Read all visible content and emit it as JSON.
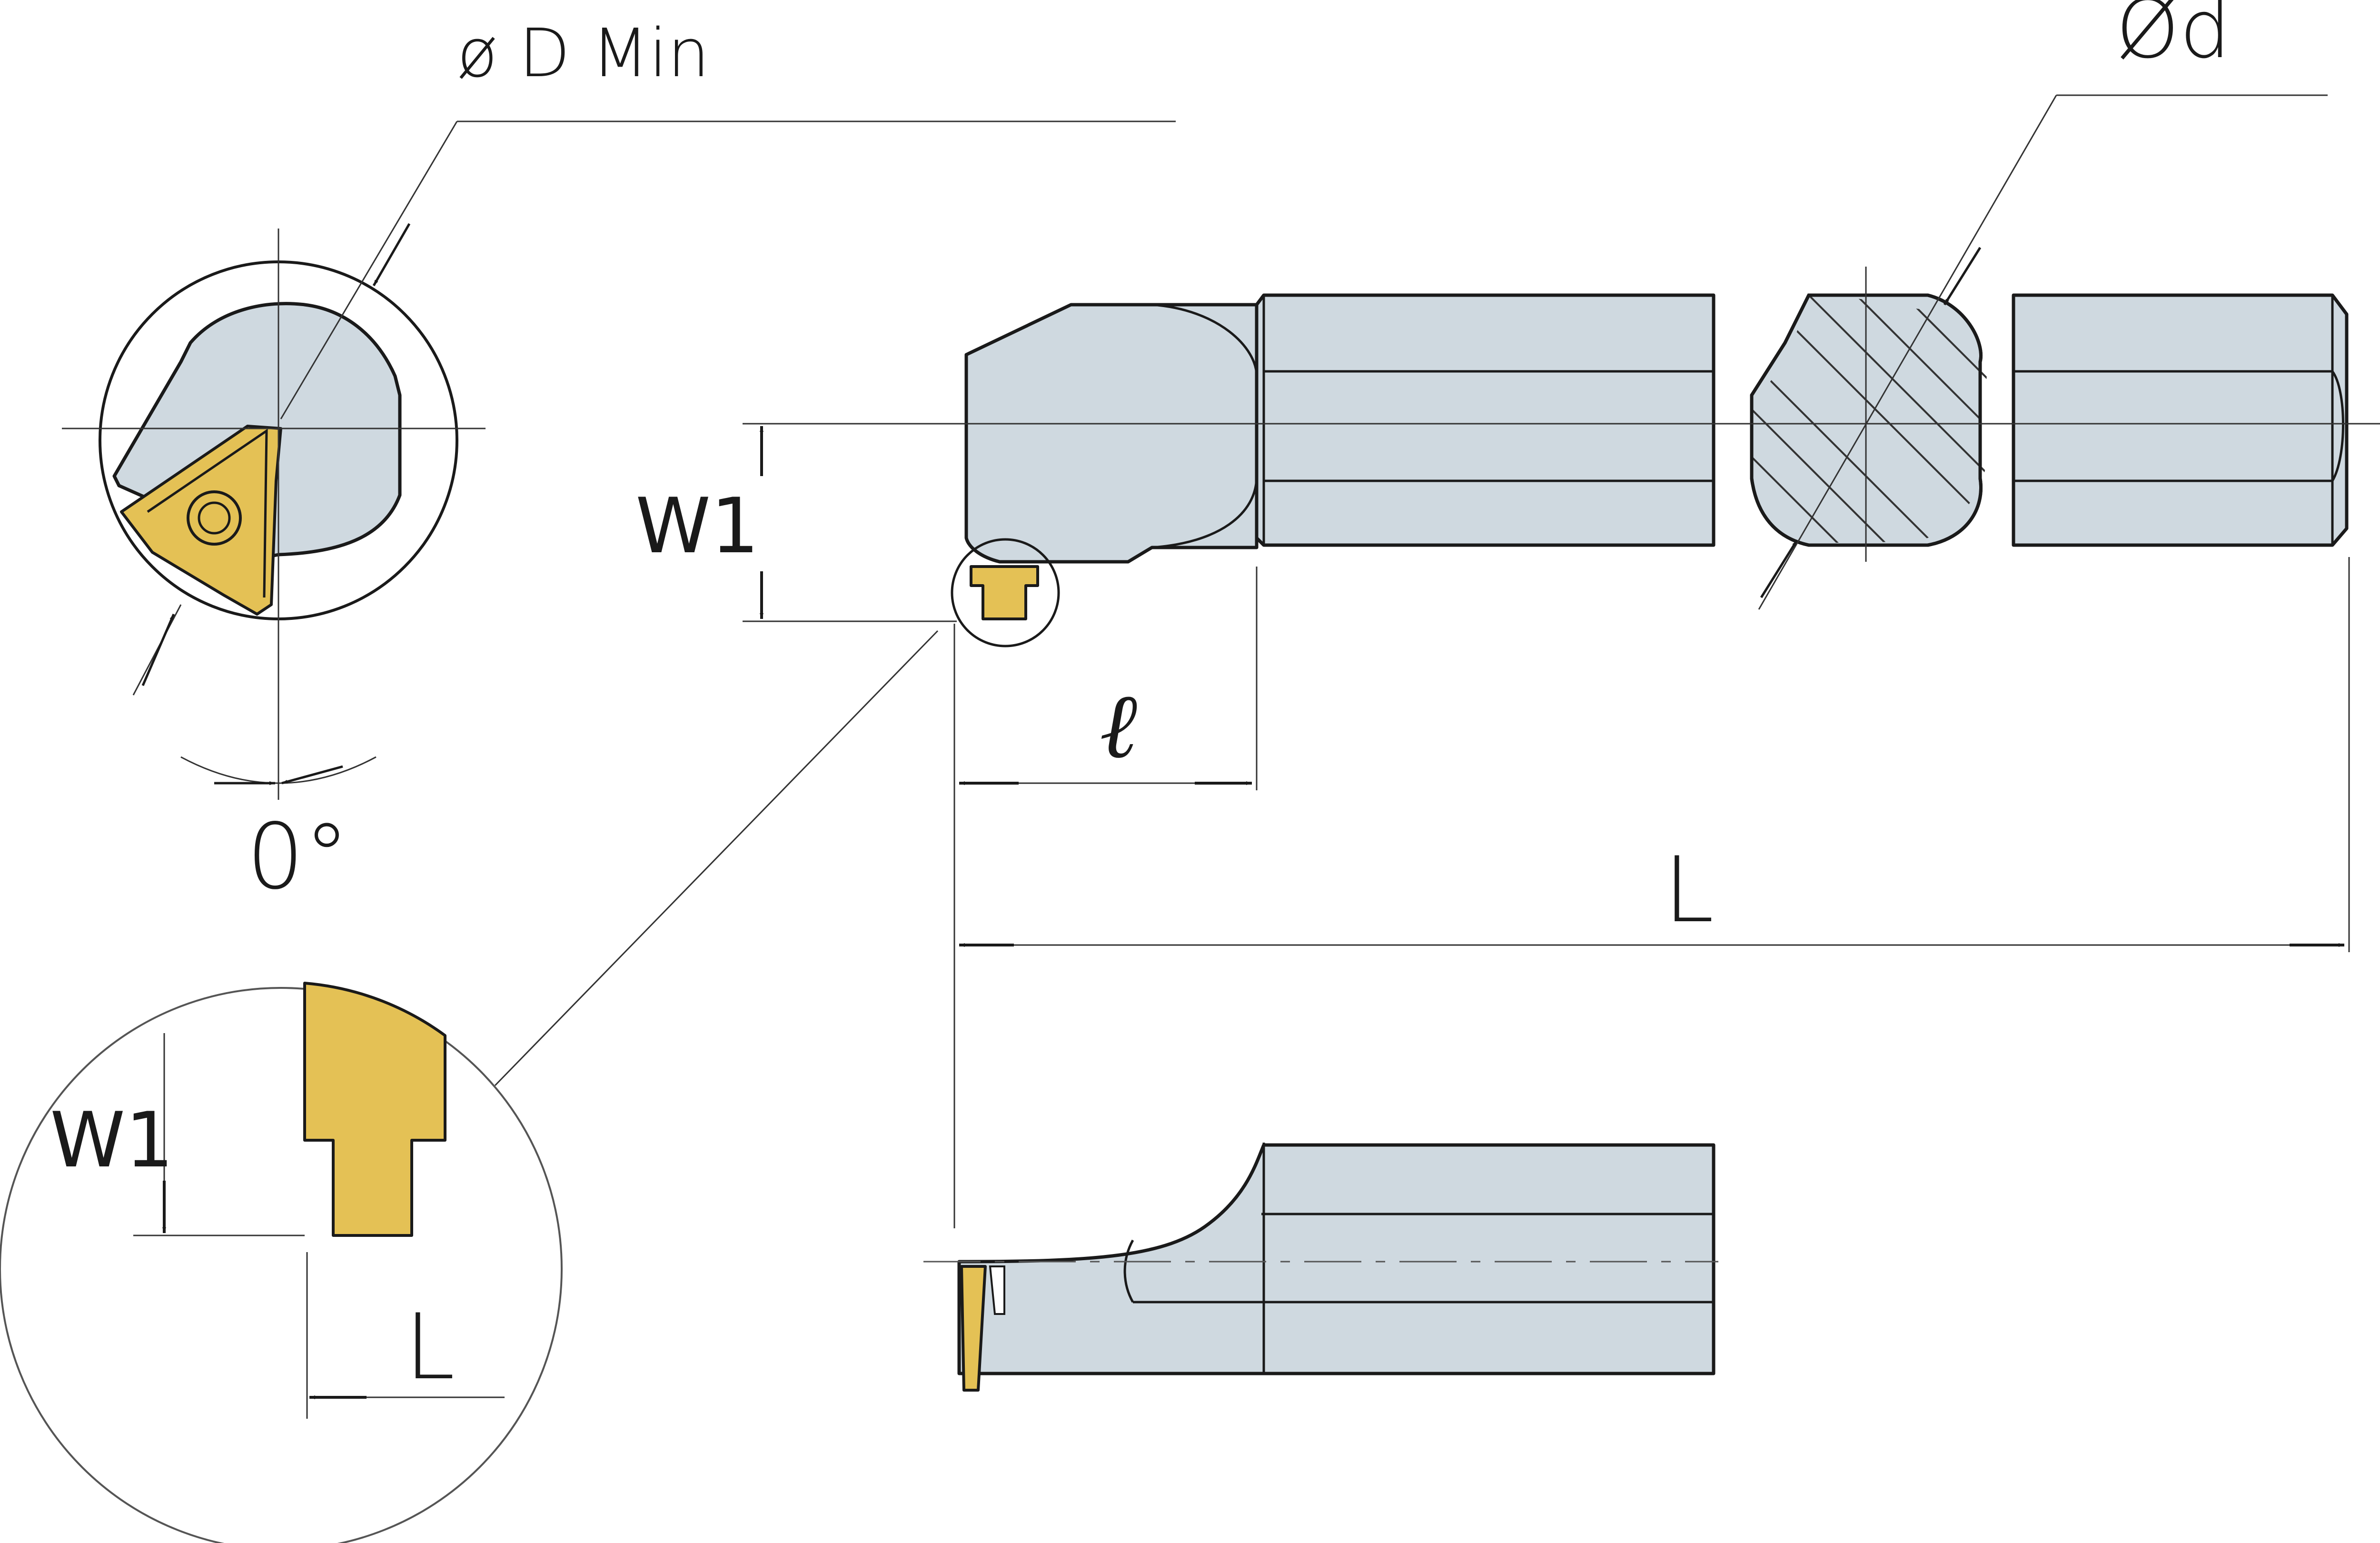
{
  "labels": {
    "min_bore_diameter": "ø D  Min",
    "shank_diameter": "Ød",
    "width_w1_main": "W1",
    "lead_angle": "0°",
    "overhang_length": "ℓ",
    "overall_length": "L",
    "width_w1_detail": "W1",
    "length_l_detail": "L"
  },
  "colors": {
    "body": "#cfd9e0",
    "insert": "#e4c155",
    "lines": "#1a1a1a"
  }
}
